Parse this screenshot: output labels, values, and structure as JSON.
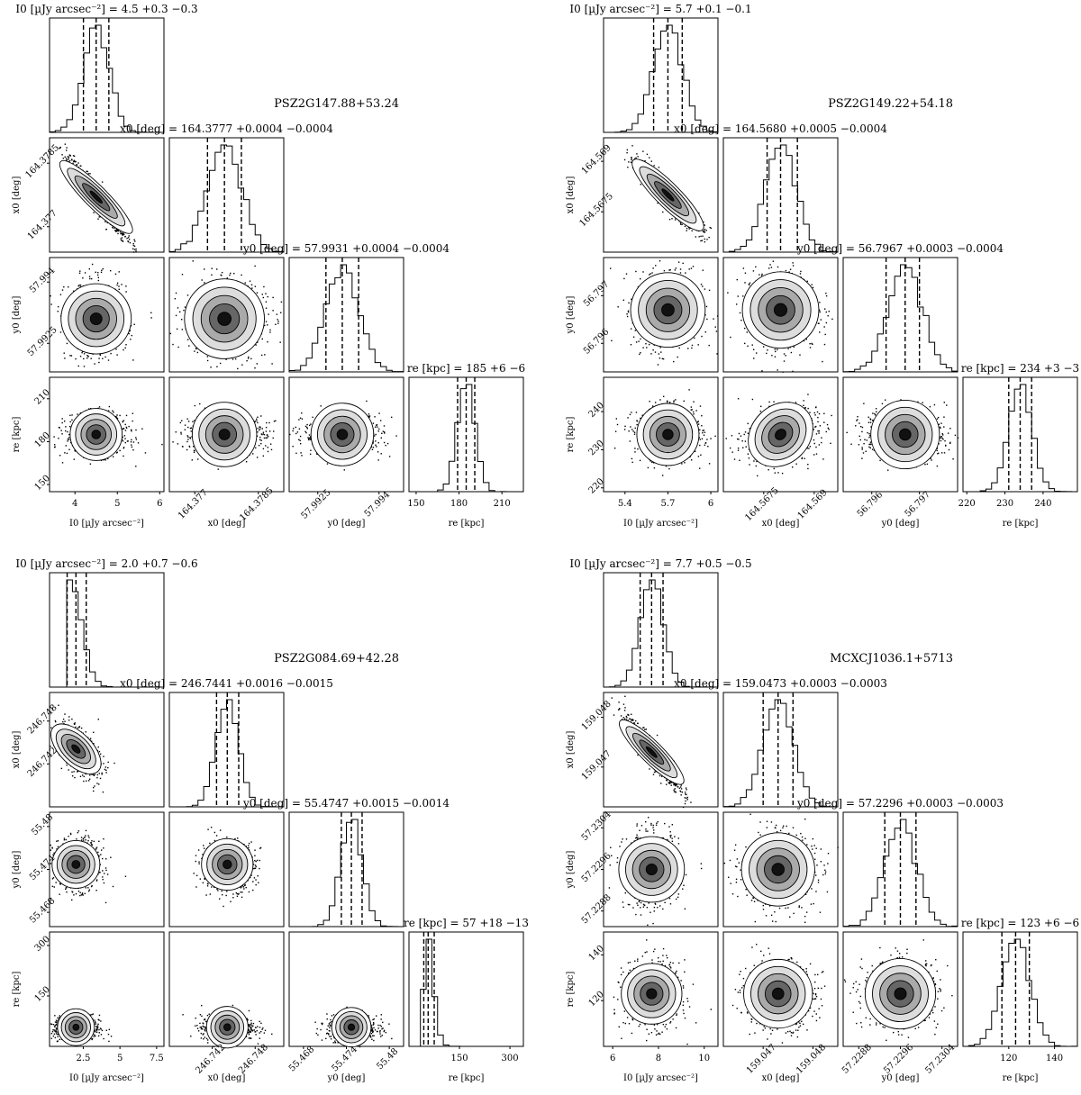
{
  "chart_data": [
    {
      "type": "corner",
      "cluster_name": "PSZ2G147.88+53.24",
      "parameters": [
        {
          "symbol": "I0",
          "label": "I0 [µJy arcsec⁻²]",
          "title": "I0 [µJy arcsec⁻²] = 4.5 +0.3 −0.3",
          "median": 4.5,
          "err_hi": 0.3,
          "err_lo": 0.3,
          "range": [
            3.4,
            6.1
          ],
          "ticks": [
            4,
            5,
            6
          ]
        },
        {
          "symbol": "x0",
          "label": "x0 [deg]",
          "title": "x0 [deg] = 164.3777 +0.0004 −0.0004",
          "median": 164.3777,
          "err_hi": 0.0004,
          "err_lo": 0.0004,
          "range": [
            164.3764,
            164.3791
          ],
          "ticks": [
            164.377,
            164.3785
          ]
        },
        {
          "symbol": "y0",
          "label": "y0 [deg]",
          "title": "y0 [deg] = 57.9931 +0.0004 −0.0004",
          "median": 57.9931,
          "err_hi": 0.0004,
          "err_lo": 0.0004,
          "range": [
            57.9918,
            57.9946
          ],
          "ticks": [
            57.9925,
            57.994
          ]
        },
        {
          "symbol": "re",
          "label": "re [kpc]",
          "title": "re [kpc] = 185 +6 −6",
          "median": 185,
          "err_hi": 6,
          "err_lo": 6,
          "range": [
            145,
            225
          ],
          "ticks": [
            150,
            180,
            210
          ]
        }
      ],
      "correlations": [
        [
          -0.95
        ],
        [
          0.0,
          0.0
        ],
        [
          0.0,
          0.0,
          0.0
        ]
      ]
    },
    {
      "type": "corner",
      "cluster_name": "PSZ2G149.22+54.18",
      "parameters": [
        {
          "symbol": "I0",
          "label": "I0 [µJy arcsec⁻²]",
          "title": "I0 [µJy arcsec⁻²] = 5.7 +0.1 −0.1",
          "median": 5.7,
          "err_hi": 0.1,
          "err_lo": 0.1,
          "range": [
            5.25,
            6.05
          ],
          "ticks": [
            5.4,
            5.7,
            6.0
          ]
        },
        {
          "symbol": "x0",
          "label": "x0 [deg]",
          "title": "x0 [deg] = 164.5680 +0.0005 −0.0004",
          "median": 164.568,
          "err_hi": 0.0005,
          "err_lo": 0.0004,
          "range": [
            164.5663,
            164.5697
          ],
          "ticks": [
            164.5675,
            164.569
          ]
        },
        {
          "symbol": "y0",
          "label": "y0 [deg]",
          "title": "y0 [deg] = 56.7967 +0.0003 −0.0004",
          "median": 56.7967,
          "err_hi": 0.0003,
          "err_lo": 0.0004,
          "range": [
            56.7954,
            56.7978
          ],
          "ticks": [
            56.796,
            56.797
          ]
        },
        {
          "symbol": "re",
          "label": "re [kpc]",
          "title": "re [kpc] = 234 +3 −3",
          "median": 234,
          "err_hi": 3,
          "err_lo": 3,
          "range": [
            219,
            249
          ],
          "ticks": [
            220,
            230,
            240
          ]
        }
      ],
      "correlations": [
        [
          -0.93
        ],
        [
          0.0,
          0.0
        ],
        [
          0.0,
          0.2,
          0.0
        ]
      ]
    },
    {
      "type": "corner",
      "cluster_name": "PSZ2G084.69+42.28",
      "parameters": [
        {
          "symbol": "I0",
          "label": "I0 [µJy arcsec⁻²]",
          "title": "I0 [µJy arcsec⁻²] = 2.0 +0.7 −0.6",
          "median": 2.0,
          "err_hi": 0.7,
          "err_lo": 0.6,
          "range": [
            0.2,
            8.0
          ],
          "ticks": [
            2.5,
            5.0,
            7.5
          ]
        },
        {
          "symbol": "x0",
          "label": "x0 [deg]",
          "title": "x0 [deg] = 246.7441 +0.0016 −0.0015",
          "median": 246.7441,
          "err_hi": 0.0016,
          "err_lo": 0.0015,
          "range": [
            246.736,
            246.752
          ],
          "ticks": [
            246.742,
            246.748
          ]
        },
        {
          "symbol": "y0",
          "label": "y0 [deg]",
          "title": "y0 [deg] = 55.4747 +0.0015 −0.0014",
          "median": 55.4747,
          "err_hi": 0.0015,
          "err_lo": 0.0014,
          "range": [
            55.466,
            55.482
          ],
          "ticks": [
            55.468,
            55.474,
            55.48
          ]
        },
        {
          "symbol": "re",
          "label": "re [kpc]",
          "title": "re [kpc] = 57 +18 −13",
          "median": 57,
          "err_hi": 18,
          "err_lo": 13,
          "range": [
            0,
            340
          ],
          "ticks": [
            150,
            300
          ]
        }
      ],
      "correlations": [
        [
          -0.6
        ],
        [
          0.0,
          0.0
        ],
        [
          0.0,
          0.0,
          0.0
        ]
      ]
    },
    {
      "type": "corner",
      "cluster_name": "MCXCJ1036.1+5713",
      "parameters": [
        {
          "symbol": "I0",
          "label": "I0 [µJy arcsec⁻²]",
          "title": "I0 [µJy arcsec⁻²] = 7.7 +0.5 −0.5",
          "median": 7.7,
          "err_hi": 0.5,
          "err_lo": 0.5,
          "range": [
            5.6,
            10.6
          ],
          "ticks": [
            6,
            8,
            10
          ]
        },
        {
          "symbol": "x0",
          "label": "x0 [deg]",
          "title": "x0 [deg] = 159.0473 +0.0003 −0.0003",
          "median": 159.0473,
          "err_hi": 0.0003,
          "err_lo": 0.0003,
          "range": [
            159.0462,
            159.0485
          ],
          "ticks": [
            159.047,
            159.048
          ]
        },
        {
          "symbol": "y0",
          "label": "y0 [deg]",
          "title": "y0 [deg] = 57.2296 +0.0003 −0.0003",
          "median": 57.2296,
          "err_hi": 0.0003,
          "err_lo": 0.0003,
          "range": [
            57.2285,
            57.2307
          ],
          "ticks": [
            57.2288,
            57.2296,
            57.2304
          ]
        },
        {
          "symbol": "re",
          "label": "re [kpc]",
          "title": "re [kpc] = 123 +6 −6",
          "median": 123,
          "err_hi": 6,
          "err_lo": 6,
          "range": [
            100,
            150
          ],
          "ticks": [
            120,
            140
          ]
        }
      ],
      "correlations": [
        [
          -0.93
        ],
        [
          0.0,
          0.0
        ],
        [
          0.0,
          0.0,
          0.0
        ]
      ]
    }
  ]
}
